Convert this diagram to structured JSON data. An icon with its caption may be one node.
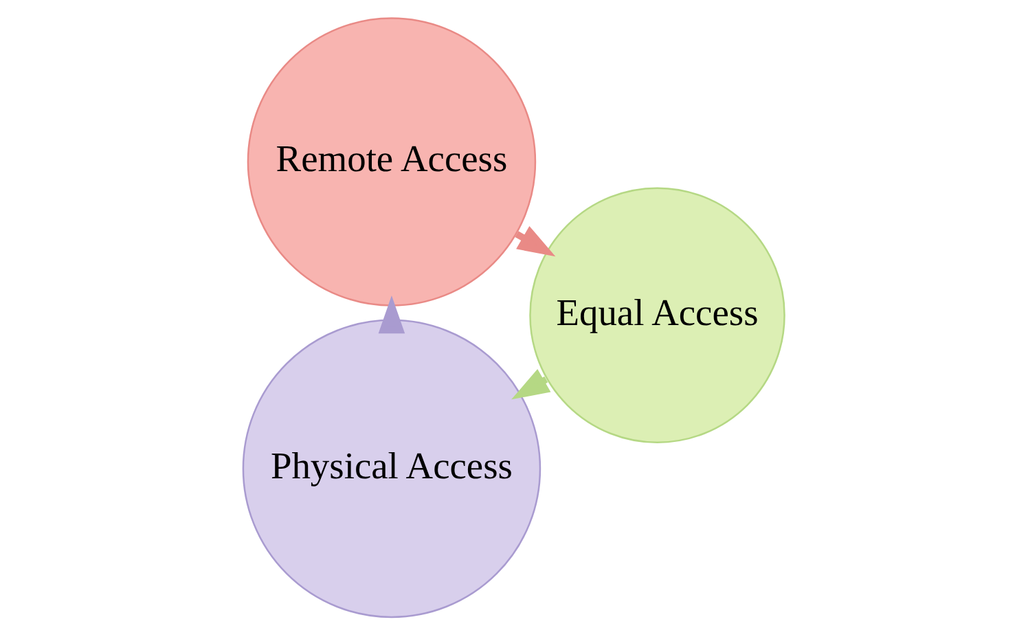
{
  "diagram": {
    "nodes": [
      {
        "text": [
          "Physical Access"
        ]
      },
      {
        "text": [
          "Remote Access"
        ]
      },
      {
        "text": [
          "Equal Access"
        ]
      }
    ],
    "edges": [
      {
        "from": 0,
        "to": 1,
        "arrow": "to"
      },
      {
        "from": 1,
        "to": 2,
        "arrow": "to"
      },
      {
        "from": 2,
        "to": 0,
        "arrow": "to"
      }
    ]
  }
}
